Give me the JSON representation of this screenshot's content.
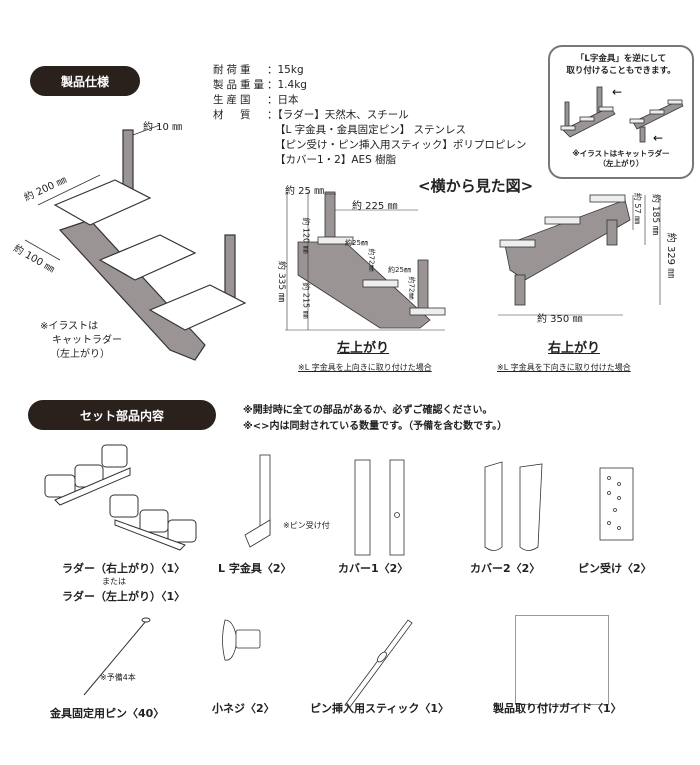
{
  "spec_section": {
    "title": "製品仕様",
    "rows": [
      {
        "label": "耐荷重",
        "value": "：15kg"
      },
      {
        "label": "製品重量",
        "value": "：1.4kg"
      },
      {
        "label": "生産国",
        "value": "：日本"
      },
      {
        "label": "材　質",
        "value": "：【ラダー】天然木、スチール"
      }
    ],
    "material_extra": [
      "【L 字金具・金具固定ピン】 ステンレス",
      "【ピン受け・ピン挿入用スティック】ポリプロピレン",
      "【カバー1・2】AES 樹脂"
    ]
  },
  "illustration": {
    "dim_depth": "約 10 ㎜",
    "dim_width": "約 200 ㎜",
    "dim_height": "約 100 ㎜",
    "note": [
      "※イラストは",
      "キャットラダー",
      "（左上がり）"
    ]
  },
  "callout": {
    "title": [
      "「L字金具」を逆にして",
      "取り付けることもできます。"
    ],
    "note": [
      "※イラストはキャットラダー",
      "（左上がり）"
    ]
  },
  "side_view": {
    "title": "<横から見た図>",
    "left": {
      "label": "左上がり",
      "note": "※L 字金具を上向きに取り付けた場合",
      "dims": {
        "top_width": "約 25 ㎜",
        "span": "約 225 ㎜",
        "post": "約 120 ㎜",
        "total": "約 335 ㎜",
        "lower": "約 215 ㎜",
        "step_w1": "約25㎜",
        "step_h1": "約72㎜",
        "step_w2": "約25㎜",
        "step_h2": "約72㎜"
      }
    },
    "right": {
      "label": "右上がり",
      "note": "※L 字金具を下向きに取り付けた場合",
      "dims": {
        "d57": "約 57 ㎜",
        "d185": "約 185 ㎜",
        "d329": "約 329 ㎜",
        "d350": "約 350 ㎜"
      }
    }
  },
  "parts_section": {
    "title": "セット部品内容",
    "notes": [
      "※開封時に全ての部品があるか、必ずご確認ください。",
      "※<>内は同封されている数量です。（予備を含む数です。）"
    ],
    "items": [
      {
        "label": "ラダー（右上がり）〈1〉"
      },
      {
        "label": "または"
      },
      {
        "label": "ラダー（左上がり）〈1〉"
      },
      {
        "label": "L 字金具〈2〉",
        "note": "※ピン受け付"
      },
      {
        "label": "カバー1〈2〉"
      },
      {
        "label": "カバー2〈2〉"
      },
      {
        "label": "ピン受け〈2〉"
      },
      {
        "label": "金具固定用ピン〈40〉",
        "note": "※予備4本"
      },
      {
        "label": "小ネジ〈2〉"
      },
      {
        "label": "ピン挿入用スティック〈1〉"
      },
      {
        "label": "製品取り付けガイド〈1〉"
      }
    ]
  }
}
